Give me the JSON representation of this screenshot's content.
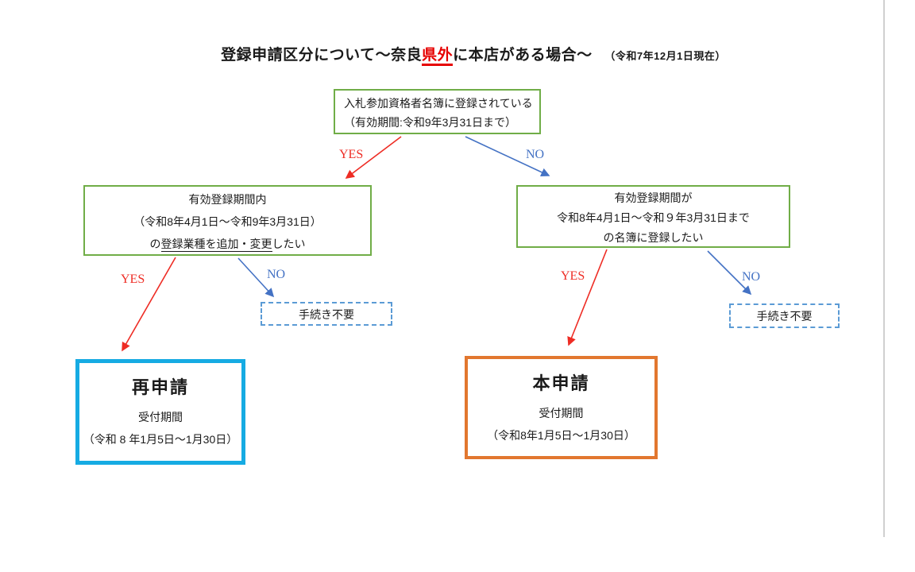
{
  "title": {
    "part1": "登録申請区分について～奈良",
    "highlight": "県外",
    "part2": "に本店がある場合～",
    "note": "（令和7年12月1日現在）"
  },
  "root": {
    "line1": "入札参加資格者名簿に登録されている",
    "line2": "（有効期間:令和9年3月31日まで）",
    "yes": "YES",
    "no": "NO"
  },
  "left": {
    "line1": "有効登録期間内",
    "line2": "（令和8年4月1日～令和9年3月31日）",
    "line3_pre": "の",
    "line3_underlined": "登録業種を追加・変更",
    "line3_post": "したい",
    "yes": "YES",
    "no": "NO",
    "no_result": "手続き不要"
  },
  "right": {
    "line1": "有効登録期間が",
    "line2": "令和8年4月1日～令和９年3月31日まで",
    "line3": "の名簿に登録したい",
    "yes": "YES",
    "no": "NO",
    "no_result": "手続き不要"
  },
  "resubmit": {
    "title": "再申請",
    "subtitle": "受付期間",
    "period": "（令和 8 年1月5日～1月30日）"
  },
  "mainsubmit": {
    "title": "本申請",
    "subtitle": "受付期間",
    "period": "（令和8年1月5日～1月30日）"
  },
  "colors": {
    "box_green": "#70AD47",
    "resubmit_cyan": "#16ABE3",
    "mainsubmit_orange": "#E2772F",
    "yes_red": "#EE2C24",
    "no_blue": "#4472C4",
    "dashed_blue": "#5B9BD5",
    "highlight_red": "#E60000"
  }
}
